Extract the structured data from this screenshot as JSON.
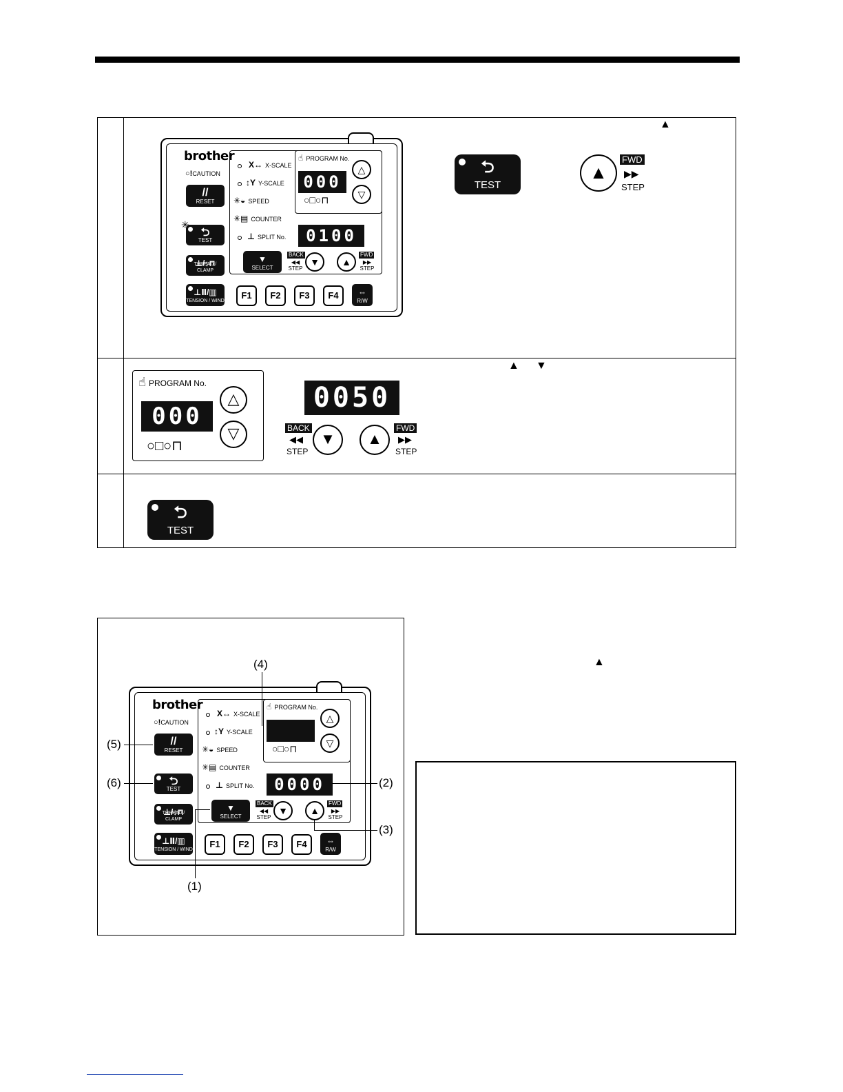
{
  "panel": {
    "logo": "brother",
    "caution": "CAUTION",
    "reset": "RESET",
    "test": "TEST",
    "thread_clamp": "THREAD / CLAMP",
    "tension_wind": "TENSION / WIND",
    "x_scale": "X-SCALE",
    "y_scale": "Y-SCALE",
    "speed": "SPEED",
    "counter": "COUNTER",
    "split_no": "SPLIT No.",
    "program_no": "PROGRAM No.",
    "select": "SELECT",
    "back": "BACK",
    "fwd": "FWD",
    "step": "STEP",
    "rw": "R/W",
    "f_keys": [
      "F1",
      "F2",
      "F3",
      "F4"
    ]
  },
  "step1": {
    "display_program": "000",
    "display_counter": "0100",
    "test_label": "TEST",
    "fwd_label": "FWD",
    "step_label": "STEP"
  },
  "step2": {
    "program_label": "PROGRAM No.",
    "display_program": "000",
    "display_counter": "0050",
    "back_label": "BACK",
    "fwd_label": "FWD",
    "step_label": "STEP"
  },
  "step3": {
    "test_label": "TEST"
  },
  "figure": {
    "display_counter": "0000",
    "callouts": [
      "(1)",
      "(2)",
      "(3)",
      "(4)",
      "(5)",
      "(6)"
    ]
  }
}
